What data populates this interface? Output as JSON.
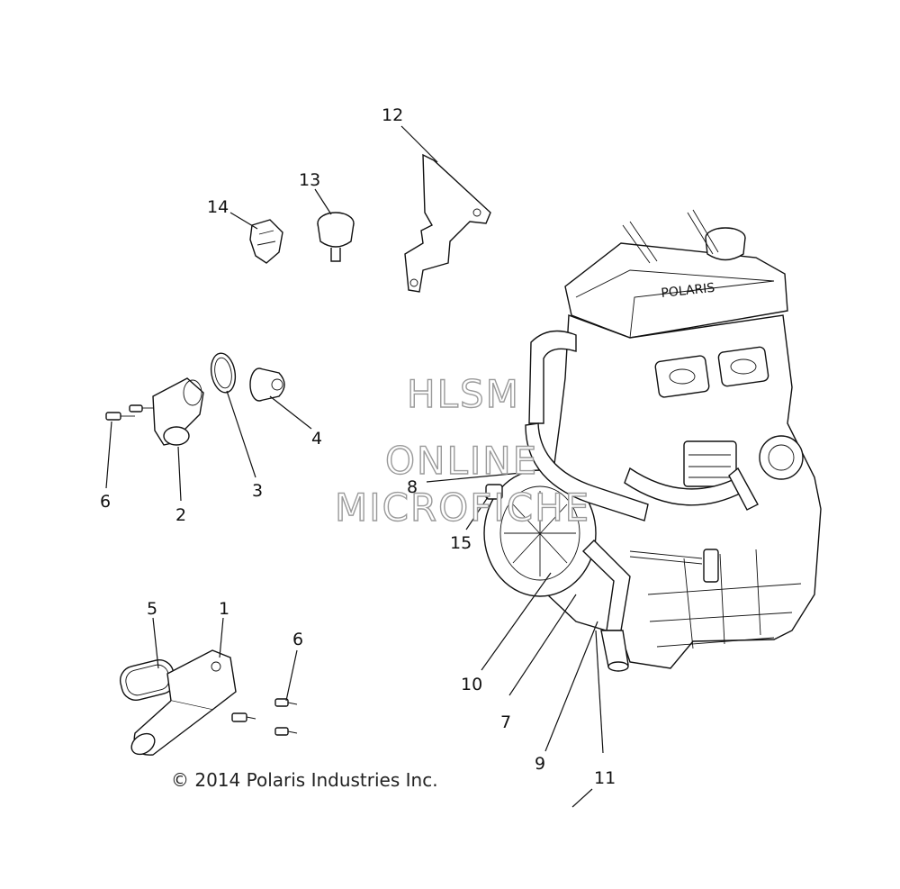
{
  "callouts": [
    "1",
    "2",
    "3",
    "4",
    "5",
    "6",
    "6",
    "7",
    "8",
    "9",
    "10",
    "11",
    "12",
    "13",
    "14",
    "15"
  ],
  "watermark": {
    "line1": "HLSM",
    "line2": "ONLINE",
    "line3": "MICROFICHE"
  },
  "copyright": "© 2014 Polaris Industries Inc."
}
